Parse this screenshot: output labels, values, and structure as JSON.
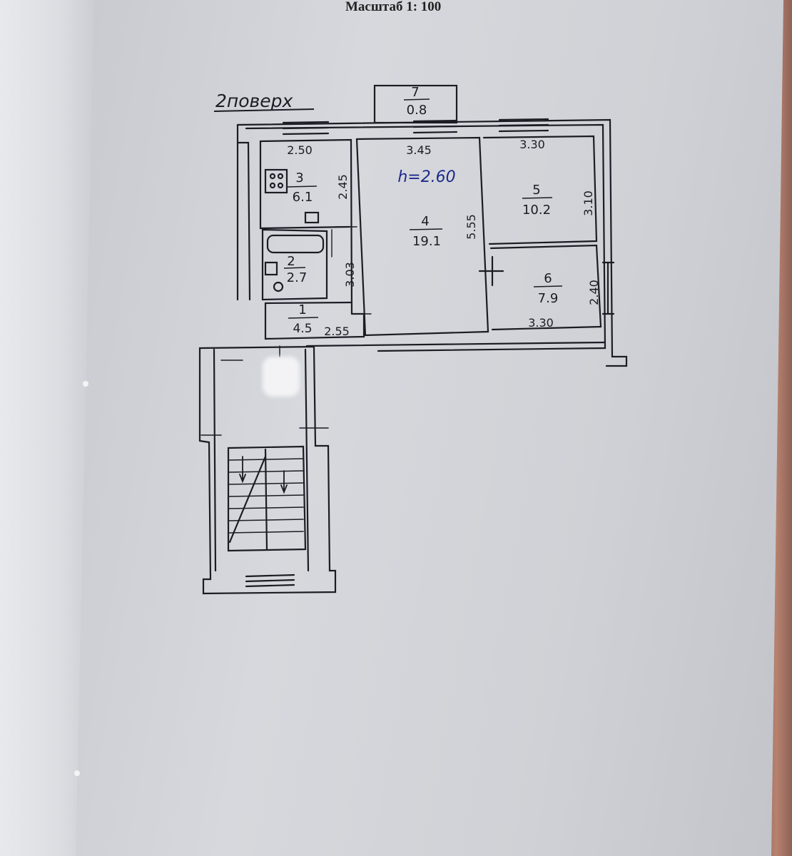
{
  "header": {
    "scale_label": "Масштаб 1: 100"
  },
  "plan": {
    "floor_label": "2поверх",
    "ceiling_height": "h=2.60",
    "rooms": [
      {
        "num": "1",
        "area": "4.5"
      },
      {
        "num": "2",
        "area": "2.7"
      },
      {
        "num": "3",
        "area": "6.1"
      },
      {
        "num": "4",
        "area": "19.1"
      },
      {
        "num": "5",
        "area": "10.2"
      },
      {
        "num": "6",
        "area": "7.9"
      },
      {
        "num": "7",
        "area": "0.8"
      }
    ],
    "dimensions": {
      "kitchen_width": "2.50",
      "kitchen_depth": "2.45",
      "bath_depth": "3.03",
      "hall_width": "2.55",
      "living_width": "3.45",
      "living_depth": "5.55",
      "bedroom_top_width": "3.30",
      "bedroom_top_depth": "3.10",
      "bedroom_bottom_depth": "2.40",
      "bedroom_bottom_width": "3.30"
    }
  },
  "colors": {
    "ink": "#1c1c24",
    "ink_blue": "#1c2a8a",
    "paper": "#d0d2d7"
  }
}
